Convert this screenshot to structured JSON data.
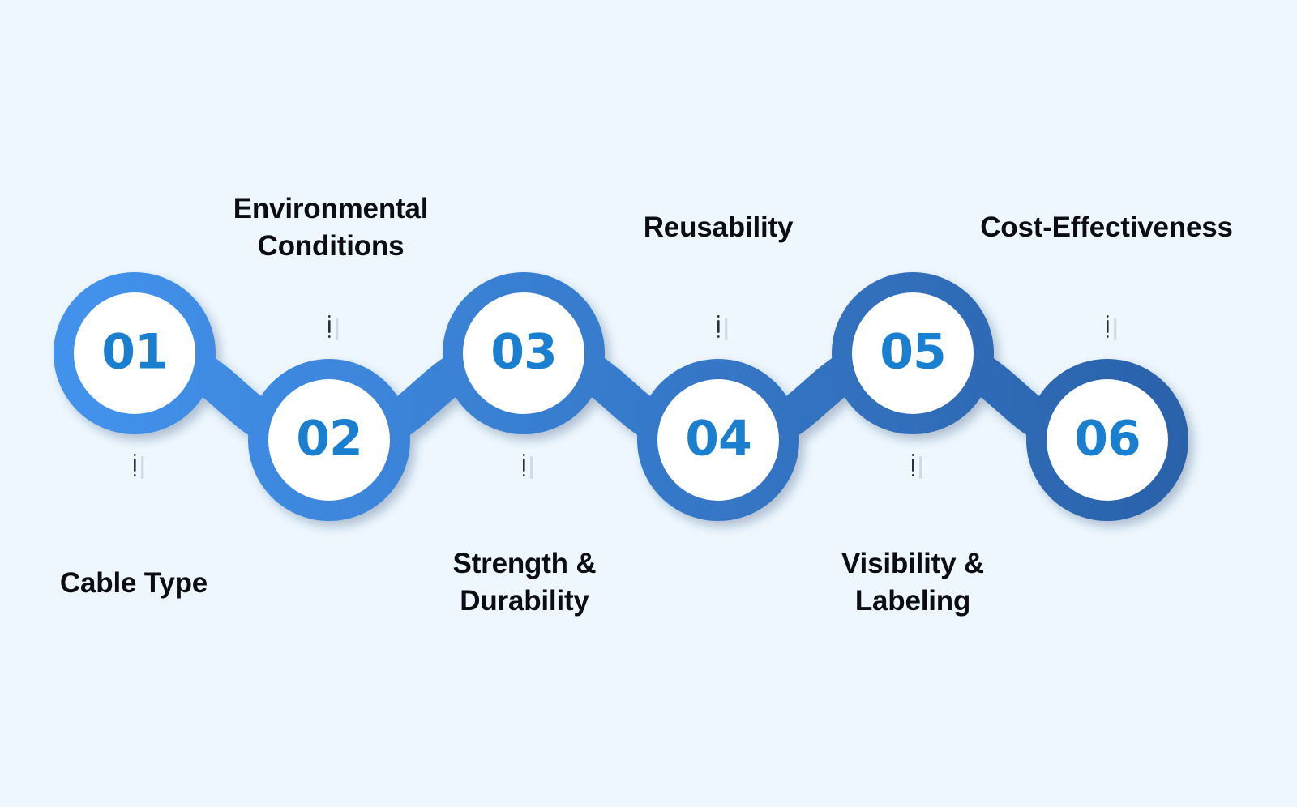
{
  "colors": {
    "background": "#eef7fe",
    "chain_start": "#4393ed",
    "chain_end": "#2a62aa",
    "number_text": "#1b7fd0",
    "label_text": "#0b0d12"
  },
  "steps": [
    {
      "number": "01",
      "label": "Cable Type",
      "label_position": "bottom"
    },
    {
      "number": "02",
      "label": "Environmental\nConditions",
      "label_position": "top"
    },
    {
      "number": "03",
      "label": "Strength &\nDurability",
      "label_position": "bottom"
    },
    {
      "number": "04",
      "label": "Reusability",
      "label_position": "top"
    },
    {
      "number": "05",
      "label": "Visibility &\nLabeling",
      "label_position": "bottom"
    },
    {
      "number": "06",
      "label": "Cost-Effectiveness",
      "label_position": "top"
    }
  ]
}
